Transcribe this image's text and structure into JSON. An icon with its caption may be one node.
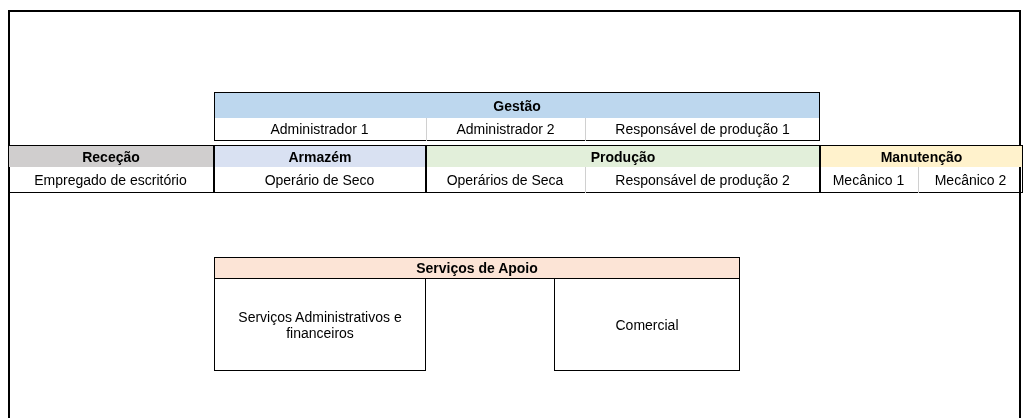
{
  "diagram": {
    "nodes": [
      {
        "text": [
          "Gestão"
        ]
      },
      {
        "text": [
          "Administrador 1"
        ],
        "in": 0
      },
      {
        "text": [
          "Administrador 2"
        ],
        "in": 0
      },
      {
        "text": [
          "Responsável de produção 1"
        ],
        "in": 0
      },
      {
        "text": [
          "Receção"
        ]
      },
      {
        "text": [
          "Empregado de escritório"
        ],
        "in": 4
      },
      {
        "text": [
          "Armazém"
        ]
      },
      {
        "text": [
          "Operário de Seco"
        ],
        "in": 6
      },
      {
        "text": [
          "Produção"
        ]
      },
      {
        "text": [
          "Operários de Seca"
        ],
        "in": 8
      },
      {
        "text": [
          "Responsável de produção 2"
        ],
        "in": 8
      },
      {
        "text": [
          "Manutenção"
        ]
      },
      {
        "text": [
          "Mecânico 1"
        ],
        "in": 11
      },
      {
        "text": [
          "Mecânico 2"
        ],
        "in": 11
      },
      {
        "text": [
          "Serviços de Apoio"
        ]
      },
      {
        "text": [
          "Serviços Administrativos e financeiros"
        ]
      },
      {
        "text": [
          "Comercial"
        ]
      }
    ]
  }
}
